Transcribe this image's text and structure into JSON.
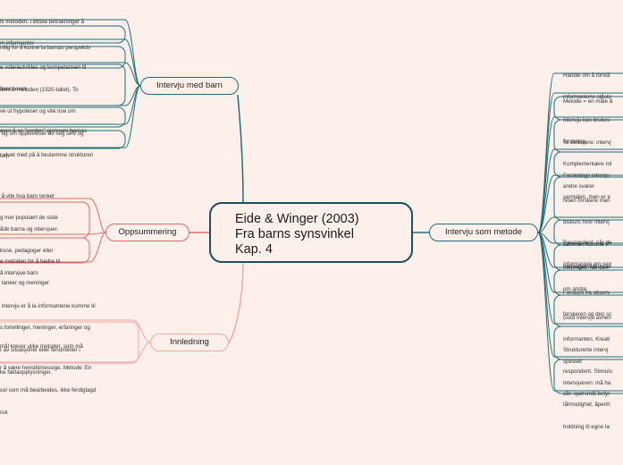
{
  "central": {
    "lines": [
      "Eide & Winger (2003)",
      "Fra barns synsvinkel",
      "Kap. 4"
    ]
  },
  "branches": {
    "intervju_med_barn": "Intervju med barn",
    "oppsummering": "Oppsummering",
    "innledning": "Innledning",
    "intervju_som_metode": "Intervju som metode"
  },
  "intervju_med_barn": [
    {
      "lines": [
        "til metoden, i etiske betrakninger å",
        "m informanter"
      ]
    },
    {
      "lines": [
        "ntlig for å kunne ta barnas perspektiv"
      ]
    },
    {
      "lines": [
        "e videreutvikles og kompetansen til",
        "liuer heves"
      ]
    },
    {
      "lines": [
        "denne metoden (1920-tallet). To",
        "ve ut hypoteser og vite noe om",
        " og om opplevelser av seg selv og",
        "lem"
      ]
    },
    {
      "lines": [
        "øver å se \"verden\" gjennom barnas"
      ]
    },
    {
      "lines": [
        "r vjuet med på å bestemme strukturen"
      ]
    }
  ],
  "oppsummering": [
    {
      "lines": [
        " å vite hva barn tenker",
        "g mer populært de siste"
      ]
    },
    {
      "lines": [
        "åde barna og intervjuer.",
        "ksne, pedagoger eller",
        "å intervjue barn"
      ]
    },
    {
      "lines": [
        "e metoden for å bedre til",
        " tanker og meninger"
      ]
    }
  ],
  "innledning": [
    {
      "lines": [
        " intervju er å la informantene komme til",
        "s fortellinger, meninger, erfaringer og",
        "r av situasjoner eller fenomener i",
        "ke faktaopplysninger."
      ]
    },
    {
      "lines": [
        "mål krever ulike metoder, som må",
        "r å være hensiktmessige. Metode: En",
        "cel som må bearbeides, ikke ferdiglagd",
        "ruk"
      ]
    }
  ],
  "intervju_som_metode": [
    {
      "lines": [
        "Handle om å forstå",
        "informantens ståste"
      ]
    },
    {
      "lines": [
        "Metode = en måte å"
      ]
    },
    {
      "lines": [
        "Intervju kan brukes",
        "forskning"
      ]
    },
    {
      "lines": [
        "To deltakere: intervj",
        "Komplementære rol",
        "andre svarer"
      ]
    },
    {
      "lines": [
        "Forsknings intervju",
        "samtalen, men er e"
      ]
    },
    {
      "lines": [
        "Noen forskere men",
        "diskurs hvor intervj",
        "sammen komme fr",
        "meninger/diskurser"
      ]
    },
    {
      "lines": [
        "Respondent: når de",
        "informasjon om seg"
      ]
    },
    {
      "lines": [
        "Informant: når den",
        "om andre"
      ]
    },
    {
      "lines": [
        "Forskjell fra observ",
        "forskeren og den sc"
      ]
    },
    {
      "lines": [
        "Godt intervju avhen",
        "informanten. Kreati",
        "spesielt"
      ]
    },
    {
      "lines": [
        "Strukturerte intervj",
        "respondent. Stimulu",
        "alle spørsmål betyr"
      ]
    },
    {
      "lines": [
        "Intervjueren: må ha",
        "tålmodighet, åpenh",
        "holdning til egne ta"
      ]
    }
  ],
  "colors": {
    "background": "#fdf0ea",
    "teal": "#1f6e7a",
    "red": "#e06a6a",
    "pink": "#f0a8a8",
    "central_border": "#1f4d59"
  }
}
